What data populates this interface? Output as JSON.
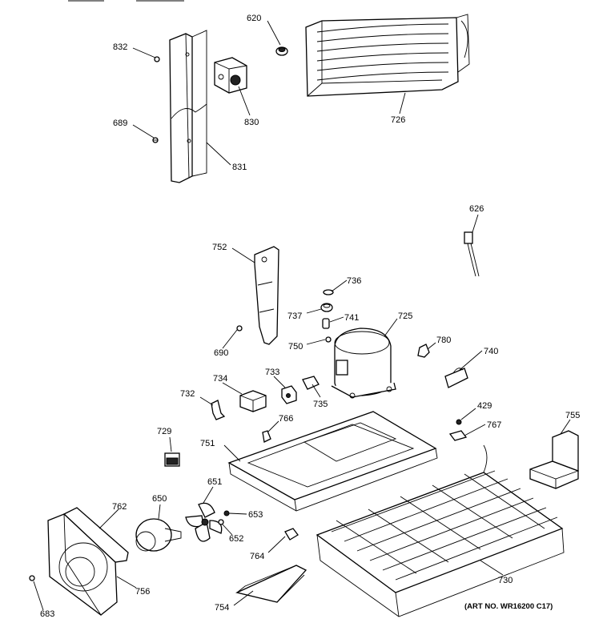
{
  "art_number": "(ART NO. WR16200 C17)",
  "parts": [
    {
      "id": "p620",
      "label": "620"
    },
    {
      "id": "p832",
      "label": "832"
    },
    {
      "id": "p726",
      "label": "726"
    },
    {
      "id": "p830",
      "label": "830"
    },
    {
      "id": "p689",
      "label": "689"
    },
    {
      "id": "p831",
      "label": "831"
    },
    {
      "id": "p626",
      "label": "626"
    },
    {
      "id": "p752",
      "label": "752"
    },
    {
      "id": "p736",
      "label": "736"
    },
    {
      "id": "p737",
      "label": "737"
    },
    {
      "id": "p741",
      "label": "741"
    },
    {
      "id": "p725",
      "label": "725"
    },
    {
      "id": "p750",
      "label": "750"
    },
    {
      "id": "p690",
      "label": "690"
    },
    {
      "id": "p780",
      "label": "780"
    },
    {
      "id": "p740",
      "label": "740"
    },
    {
      "id": "p733",
      "label": "733"
    },
    {
      "id": "p734",
      "label": "734"
    },
    {
      "id": "p735",
      "label": "735"
    },
    {
      "id": "p732",
      "label": "732"
    },
    {
      "id": "p429",
      "label": "429"
    },
    {
      "id": "p767",
      "label": "767"
    },
    {
      "id": "p766",
      "label": "766"
    },
    {
      "id": "p755",
      "label": "755"
    },
    {
      "id": "p729",
      "label": "729"
    },
    {
      "id": "p751",
      "label": "751"
    },
    {
      "id": "p651",
      "label": "651"
    },
    {
      "id": "p650",
      "label": "650"
    },
    {
      "id": "p762",
      "label": "762"
    },
    {
      "id": "p653",
      "label": "653"
    },
    {
      "id": "p652",
      "label": "652"
    },
    {
      "id": "p764",
      "label": "764"
    },
    {
      "id": "p730",
      "label": "730"
    },
    {
      "id": "p756",
      "label": "756"
    },
    {
      "id": "p683",
      "label": "683"
    },
    {
      "id": "p754",
      "label": "754"
    }
  ]
}
